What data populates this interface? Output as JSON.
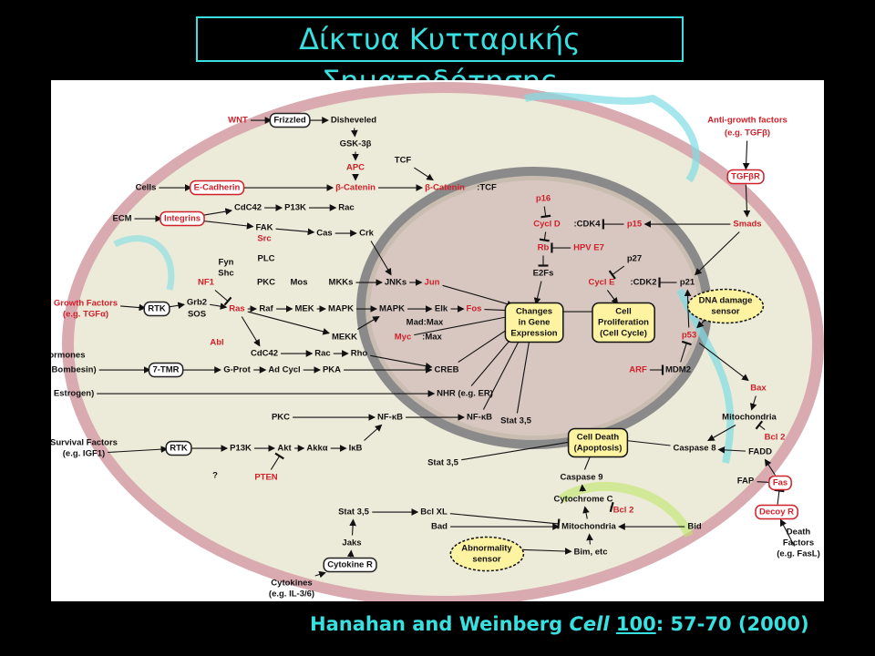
{
  "title": "Δίκτυα Κυτταρικής Σηματοδότησης",
  "citation": {
    "authors": "Hanahan and Weinberg",
    "journal": "Cell",
    "volume": "100",
    "pages": ": 57-70 (2000)"
  },
  "colors": {
    "accent": "#39e0e0",
    "red_label": "#d0202a",
    "background": "#000000"
  },
  "diagram": {
    "nodes": [
      {
        "id": "wnt",
        "text": "WNT",
        "style": "red"
      },
      {
        "id": "frizzled",
        "text": "Frizzled",
        "style": "box"
      },
      {
        "id": "disheveled",
        "text": "Disheveled",
        "style": "plain"
      },
      {
        "id": "gsk3b",
        "text": "GSK-3β",
        "style": "plain"
      },
      {
        "id": "apc",
        "text": "APC",
        "style": "red"
      },
      {
        "id": "tcf",
        "text": "TCF",
        "style": "plain"
      },
      {
        "id": "cells",
        "text": "Cells",
        "style": "plain"
      },
      {
        "id": "ecadherin",
        "text": "E-Cadherin",
        "style": "redbox"
      },
      {
        "id": "bcatenin",
        "text": "β-Catenin",
        "style": "red"
      },
      {
        "id": "bcatenin_tcf_a",
        "text": "β-Catenin",
        "style": "red"
      },
      {
        "id": "bcatenin_tcf_b",
        "text": ":TCF",
        "style": "plain"
      },
      {
        "id": "ecm",
        "text": "ECM",
        "style": "plain"
      },
      {
        "id": "integrins",
        "text": "Integrins",
        "style": "redbox"
      },
      {
        "id": "cdc42a",
        "text": "CdC42",
        "style": "plain"
      },
      {
        "id": "p13ka",
        "text": "P13K",
        "style": "plain"
      },
      {
        "id": "rac_a",
        "text": "Rac",
        "style": "plain"
      },
      {
        "id": "fak",
        "text": "FAK",
        "style": "plain"
      },
      {
        "id": "src",
        "text": "Src",
        "style": "red"
      },
      {
        "id": "cas",
        "text": "Cas",
        "style": "plain"
      },
      {
        "id": "crk",
        "text": "Crk",
        "style": "plain"
      },
      {
        "id": "fyn",
        "text": "Fyn",
        "style": "plain"
      },
      {
        "id": "shc",
        "text": "Shc",
        "style": "plain"
      },
      {
        "id": "nf1",
        "text": "NF1",
        "style": "red"
      },
      {
        "id": "plc",
        "text": "PLC",
        "style": "plain"
      },
      {
        "id": "pkc_a",
        "text": "PKC",
        "style": "plain"
      },
      {
        "id": "mos",
        "text": "Mos",
        "style": "plain"
      },
      {
        "id": "mkks",
        "text": "MKKs",
        "style": "plain"
      },
      {
        "id": "jnks",
        "text": "JNKs",
        "style": "plain"
      },
      {
        "id": "jun",
        "text": "Jun",
        "style": "red"
      },
      {
        "id": "growth_factors",
        "text": "Growth Factors",
        "style": "red"
      },
      {
        "id": "growth_eg",
        "text": "(e.g. TGFα)",
        "style": "red"
      },
      {
        "id": "rtk_a",
        "text": "RTK",
        "style": "box"
      },
      {
        "id": "grb2",
        "text": "Grb2",
        "style": "plain"
      },
      {
        "id": "sos",
        "text": "SOS",
        "style": "plain"
      },
      {
        "id": "ras",
        "text": "Ras",
        "style": "red"
      },
      {
        "id": "raf",
        "text": "Raf",
        "style": "plain"
      },
      {
        "id": "mek",
        "text": "MEK",
        "style": "plain"
      },
      {
        "id": "mapk_a",
        "text": "MAPK",
        "style": "plain"
      },
      {
        "id": "mapk_b",
        "text": "MAPK",
        "style": "plain"
      },
      {
        "id": "elk",
        "text": "Elk",
        "style": "plain"
      },
      {
        "id": "fos",
        "text": "Fos",
        "style": "red"
      },
      {
        "id": "madmax",
        "text": "Mad:Max",
        "style": "plain"
      },
      {
        "id": "myc",
        "text": "Myc",
        "style": "red"
      },
      {
        "id": "mycmax",
        "text": ":Max",
        "style": "plain"
      },
      {
        "id": "mekk",
        "text": "MEKK",
        "style": "plain"
      },
      {
        "id": "abl",
        "text": "Abl",
        "style": "red"
      },
      {
        "id": "cdc42b",
        "text": "CdC42",
        "style": "plain"
      },
      {
        "id": "rac_b",
        "text": "Rac",
        "style": "plain"
      },
      {
        "id": "rho",
        "text": "Rho",
        "style": "plain"
      },
      {
        "id": "hormones",
        "text": "Hormones",
        "style": "plain"
      },
      {
        "id": "hormones_eg",
        "text": "(e.g. Bombesin)",
        "style": "plain"
      },
      {
        "id": "seven_tmr",
        "text": "7-TMR",
        "style": "box"
      },
      {
        "id": "gprot",
        "text": "G-Prot",
        "style": "plain"
      },
      {
        "id": "adcycl",
        "text": "Ad Cycl",
        "style": "plain"
      },
      {
        "id": "pka",
        "text": "PKA",
        "style": "plain"
      },
      {
        "id": "creb",
        "text": "CREB",
        "style": "plain"
      },
      {
        "id": "estrogen",
        "text": "(e.g. Estrogen)",
        "style": "plain"
      },
      {
        "id": "nhr",
        "text": "NHR (e.g. ER)",
        "style": "plain"
      },
      {
        "id": "changes",
        "text": "Changes",
        "style": "yellow"
      },
      {
        "id": "in_gene",
        "text": "in Gene",
        "style": "yellow"
      },
      {
        "id": "expression",
        "text": "Expression",
        "style": "yellow"
      },
      {
        "id": "cell",
        "text": "Cell",
        "style": "yellow"
      },
      {
        "id": "proliferation",
        "text": "Proliferation",
        "style": "yellow"
      },
      {
        "id": "cell_cycle",
        "text": "(Cell Cycle)",
        "style": "yellow"
      },
      {
        "id": "p16",
        "text": "p16",
        "style": "red"
      },
      {
        "id": "cycld",
        "text": "Cycl D",
        "style": "red"
      },
      {
        "id": "cdk4",
        "text": ":CDK4",
        "style": "plain"
      },
      {
        "id": "p15",
        "text": "p15",
        "style": "red"
      },
      {
        "id": "rb",
        "text": "Rb",
        "style": "red"
      },
      {
        "id": "hpv",
        "text": "HPV E7",
        "style": "red"
      },
      {
        "id": "e2fs",
        "text": "E2Fs",
        "style": "plain"
      },
      {
        "id": "p27",
        "text": "p27",
        "style": "plain"
      },
      {
        "id": "cycle",
        "text": "Cycl E",
        "style": "red"
      },
      {
        "id": "cdk2",
        "text": ":CDK2",
        "style": "plain"
      },
      {
        "id": "p21",
        "text": "p21",
        "style": "plain"
      },
      {
        "id": "antigrowth",
        "text": "Anti-growth factors",
        "style": "red"
      },
      {
        "id": "antigrowth_eg",
        "text": "(e.g. TGFβ)",
        "style": "red"
      },
      {
        "id": "tgfbr",
        "text": "TGFβR",
        "style": "redbox"
      },
      {
        "id": "smads",
        "text": "Smads",
        "style": "red"
      },
      {
        "id": "dna_damage",
        "text": "DNA damage",
        "style": "yellow"
      },
      {
        "id": "sensor_a",
        "text": "sensor",
        "style": "yellow"
      },
      {
        "id": "p53",
        "text": "p53",
        "style": "red"
      },
      {
        "id": "arf",
        "text": "ARF",
        "style": "red"
      },
      {
        "id": "mdm2",
        "text": "MDM2",
        "style": "plain"
      },
      {
        "id": "bax",
        "text": "Bax",
        "style": "red"
      },
      {
        "id": "mito_a",
        "text": "Mitochondria",
        "style": "plain"
      },
      {
        "id": "survival",
        "text": "Survival Factors",
        "style": "plain"
      },
      {
        "id": "survival_eg",
        "text": "(e.g. IGF1)",
        "style": "plain"
      },
      {
        "id": "rtk_b",
        "text": "RTK",
        "style": "box"
      },
      {
        "id": "pkc_b",
        "text": "PKC",
        "style": "plain"
      },
      {
        "id": "nfkb_a",
        "text": "NF-κB",
        "style": "plain"
      },
      {
        "id": "nfkb_b",
        "text": "NF-κB",
        "style": "plain"
      },
      {
        "id": "stat35_a",
        "text": "Stat 3,5",
        "style": "plain"
      },
      {
        "id": "p13kb",
        "text": "P13K",
        "style": "plain"
      },
      {
        "id": "akt",
        "text": "Akt",
        "style": "plain"
      },
      {
        "id": "akka",
        "text": "Akkα",
        "style": "plain"
      },
      {
        "id": "ikb",
        "text": "IκB",
        "style": "plain"
      },
      {
        "id": "question",
        "text": "?",
        "style": "plain"
      },
      {
        "id": "pten",
        "text": "PTEN",
        "style": "red"
      },
      {
        "id": "cell_death",
        "text": "Cell Death",
        "style": "yellow"
      },
      {
        "id": "apoptosis",
        "text": "(Apoptosis)",
        "style": "yellow"
      },
      {
        "id": "bcl2_a",
        "text": "Bcl 2",
        "style": "red"
      },
      {
        "id": "caspase8",
        "text": "Caspase 8",
        "style": "plain"
      },
      {
        "id": "fadd",
        "text": "FADD",
        "style": "plain"
      },
      {
        "id": "stat35_b",
        "text": "Stat 3,5",
        "style": "plain"
      },
      {
        "id": "caspase9",
        "text": "Caspase 9",
        "style": "plain"
      },
      {
        "id": "fap",
        "text": "FAP",
        "style": "plain"
      },
      {
        "id": "fas",
        "text": "Fas",
        "style": "redbox"
      },
      {
        "id": "cytc",
        "text": "Cytochrome C",
        "style": "plain"
      },
      {
        "id": "bcl2_b",
        "text": "Bcl 2",
        "style": "red"
      },
      {
        "id": "decoyr",
        "text": "Decoy R",
        "style": "redbox"
      },
      {
        "id": "stat35_c",
        "text": "Stat 3,5",
        "style": "plain"
      },
      {
        "id": "bclxl",
        "text": "Bcl XL",
        "style": "plain"
      },
      {
        "id": "bad",
        "text": "Bad",
        "style": "plain"
      },
      {
        "id": "mito_b",
        "text": "Mitochondria",
        "style": "plain"
      },
      {
        "id": "bid",
        "text": "Bid",
        "style": "plain"
      },
      {
        "id": "death_factors",
        "text": "Death",
        "style": "plain"
      },
      {
        "id": "death_factors2",
        "text": "Factors",
        "style": "plain"
      },
      {
        "id": "death_eg",
        "text": "(e.g. FasL)",
        "style": "plain"
      },
      {
        "id": "jaks",
        "text": "Jaks",
        "style": "plain"
      },
      {
        "id": "abnormality",
        "text": "Abnormality",
        "style": "yellow"
      },
      {
        "id": "sensor_b",
        "text": "sensor",
        "style": "yellow"
      },
      {
        "id": "bim",
        "text": "Bim, etc",
        "style": "plain"
      },
      {
        "id": "cytokine_r",
        "text": "Cytokine R",
        "style": "box"
      },
      {
        "id": "cytokines",
        "text": "Cytokines",
        "style": "plain"
      },
      {
        "id": "cytokines_eg",
        "text": "(e.g. IL-3/6)",
        "style": "plain"
      }
    ]
  }
}
